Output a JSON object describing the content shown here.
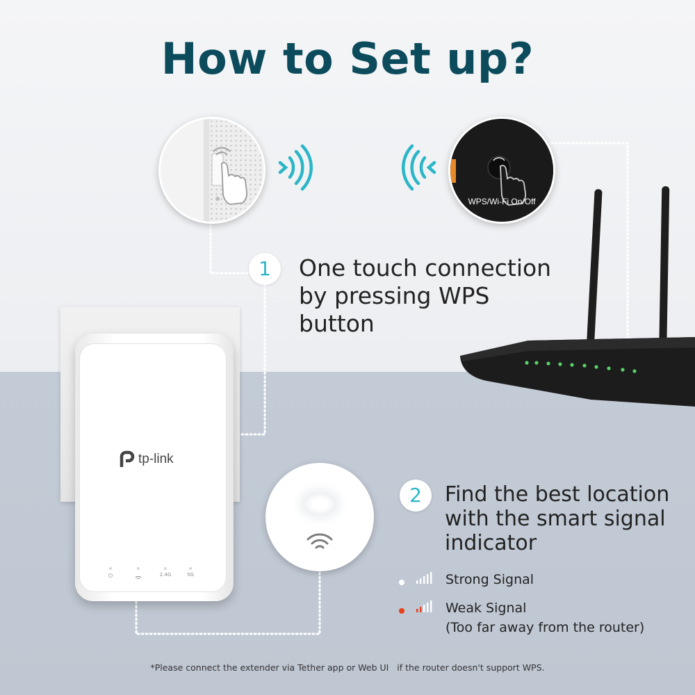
{
  "title": "How to Set up?",
  "router_circle": {
    "label": "WPS/Wi-Fi On/Off"
  },
  "extender": {
    "brand": "tp-link",
    "leds": [
      "⏻",
      "wifi",
      "2.4G",
      "5G"
    ]
  },
  "step1": {
    "number": "1",
    "lines": [
      "One touch connection",
      "by pressing WPS",
      "button"
    ]
  },
  "step2": {
    "number": "2",
    "lines": [
      "Find the best location",
      "with the smart signal",
      "indicator"
    ]
  },
  "legend": {
    "strong": {
      "label": "Strong Signal",
      "dot_color": "#ffffff"
    },
    "weak": {
      "label": "Weak Signal",
      "note": "(Too far away from the router)",
      "dot_color": "#e8401c"
    }
  },
  "colors": {
    "accent": "#2bb6c8",
    "title": "#0c4b5c"
  },
  "footnote": "*Please connect the extender via Tether app or Web UI   if the router doesn't support WPS."
}
